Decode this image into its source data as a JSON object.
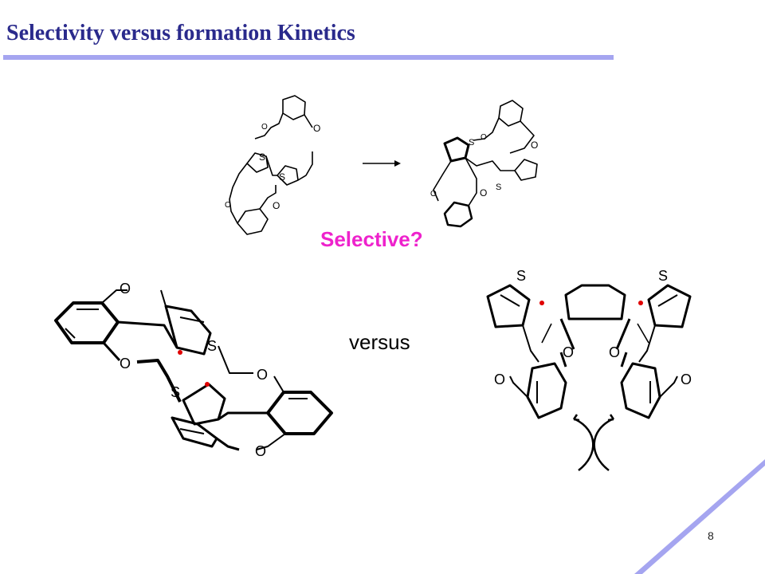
{
  "slide": {
    "title": "Selectivity versus formation Kinetics",
    "question": "Selective?",
    "versus_label": "versus",
    "page_number": "8"
  },
  "atoms": {
    "oxygen": "O",
    "sulfur": "S"
  },
  "colors": {
    "title": "#2a2a8c",
    "rule": "#a5a5f0",
    "question": "#ee22cc",
    "highlight_dot": "#e00000",
    "corner": "#a5a5f0"
  },
  "icons": {
    "reaction_arrow": "right-arrow-icon",
    "rotation_arrows": "rotation-arrows-icon"
  }
}
